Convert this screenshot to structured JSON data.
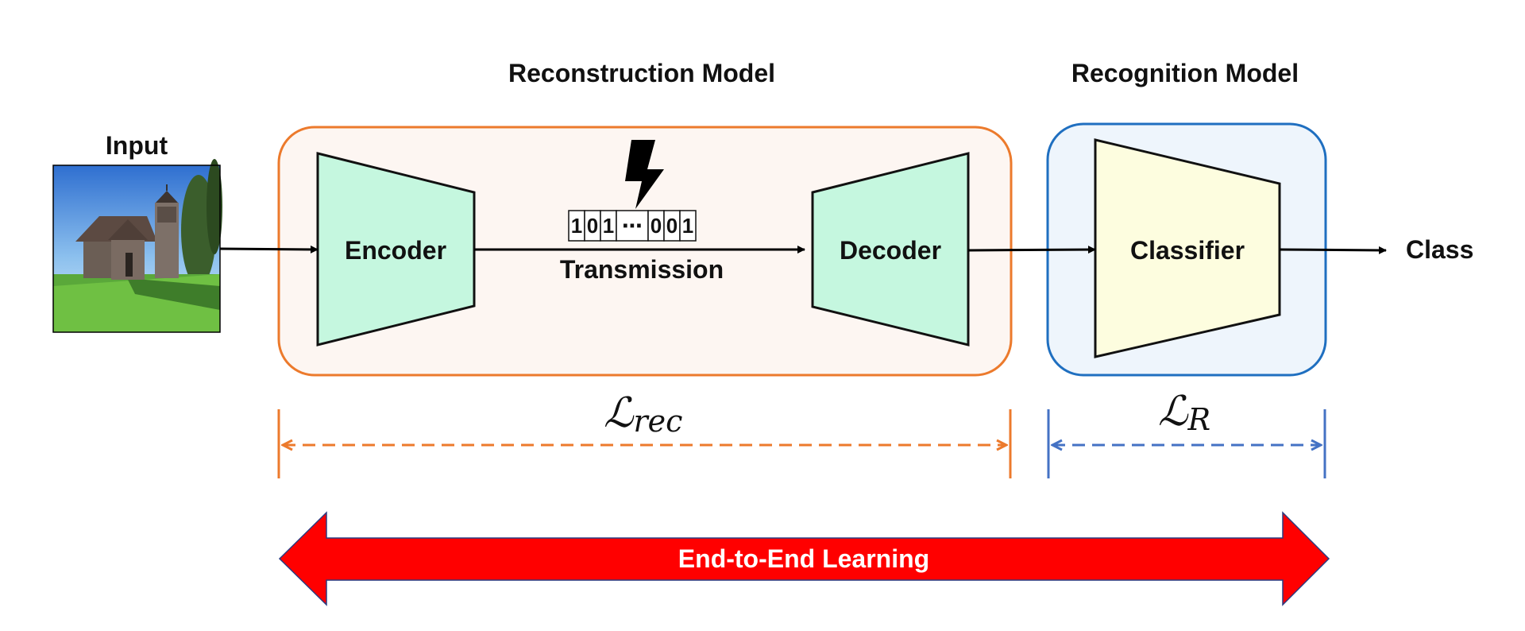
{
  "labels": {
    "reconstruction_title": "Reconstruction Model",
    "recognition_title": "Recognition Model",
    "input": "Input",
    "encoder": "Encoder",
    "decoder": "Decoder",
    "classifier": "Classifier",
    "transmission": "Transmission",
    "class": "Class",
    "end_to_end": "End-to-End Learning"
  },
  "bits": [
    "1",
    "0",
    "1",
    "⋯",
    "0",
    "0",
    "1"
  ],
  "losses": {
    "reconstruction": {
      "symbol": "ℒ",
      "subscript": "rec"
    },
    "recognition": {
      "symbol": "ℒ",
      "subscript": "R"
    }
  },
  "colors": {
    "reconstruction_border": "#ec7a2c",
    "reconstruction_fill": "#fdf6f2",
    "recognition_border": "#1f6fc0",
    "recognition_fill": "#eef5fc",
    "codec_fill": "#c5f7df",
    "classifier_fill": "#fdfddf",
    "loss_rec": "#ec7a2c",
    "loss_r": "#4472c4",
    "end_to_end_arrow": "#ff0000",
    "end_to_end_text": "#ffffff"
  },
  "icons": {
    "transmission_noise": "lightning-bolt-icon",
    "input_image": "church-photo-icon"
  }
}
